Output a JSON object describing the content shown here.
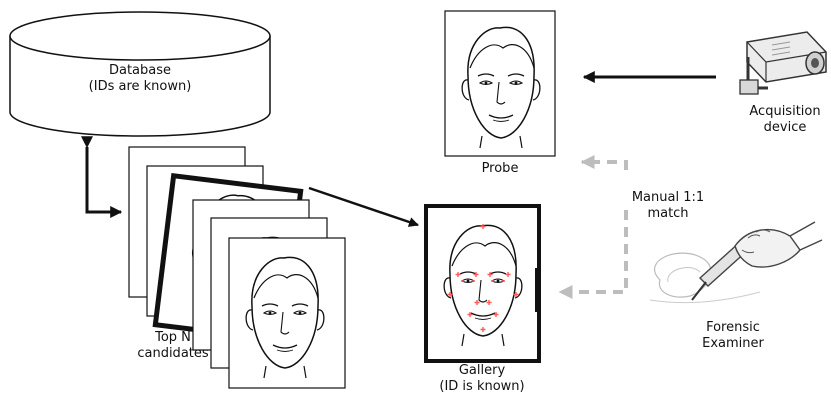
{
  "database": {
    "line1": "Database",
    "line2": "(IDs are known)"
  },
  "probe": {
    "label": "Probe"
  },
  "acquisition": {
    "line1": "Acquisition",
    "line2": "device"
  },
  "manual_match": {
    "line1": "Manual 1:1",
    "line2": "match"
  },
  "candidates": {
    "line1": "Top N",
    "line2": "candidates"
  },
  "gallery": {
    "line1": "Gallery",
    "line2": "(ID is known)"
  },
  "forensic": {
    "line1": "Forensic",
    "line2": "Examiner"
  },
  "colors": {
    "landmark": "#ff5a5a",
    "dashed_arrow": "#bdbdbd",
    "stroke": "#111111"
  }
}
